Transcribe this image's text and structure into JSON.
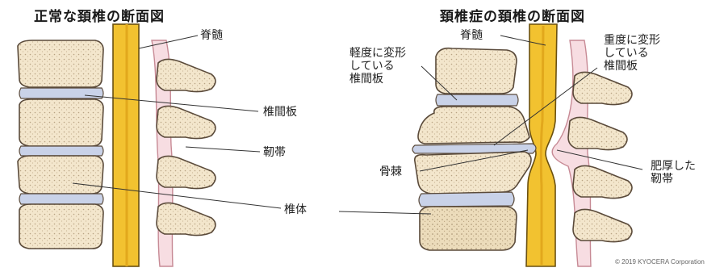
{
  "titles": {
    "normal": "正常な頚椎の断面図",
    "disease": "頚椎症の頚椎の断面図"
  },
  "labels": {
    "normal": {
      "spinal_cord": "脊髄",
      "disc": "椎間板",
      "ligament": "靭帯",
      "vertebra": "椎体"
    },
    "disease": {
      "spinal_cord": "脊髄",
      "mild_disc": [
        "軽度に変形",
        "している",
        "椎間板"
      ],
      "severe_disc": [
        "重度に変形",
        "している",
        "椎間板"
      ],
      "osteophyte": "骨棘",
      "thick_ligament": [
        "肥厚した",
        "靭帯"
      ]
    }
  },
  "copyright": "© 2019 KYOCERA Corporation",
  "colors": {
    "bone": "#f3e6cc",
    "bone_outline": "#5a4a3a",
    "disc": "#c9d2e8",
    "spinal_cord": "#f2c230",
    "ligament": "#f7dde2",
    "ligament_outline": "#c78a95"
  }
}
